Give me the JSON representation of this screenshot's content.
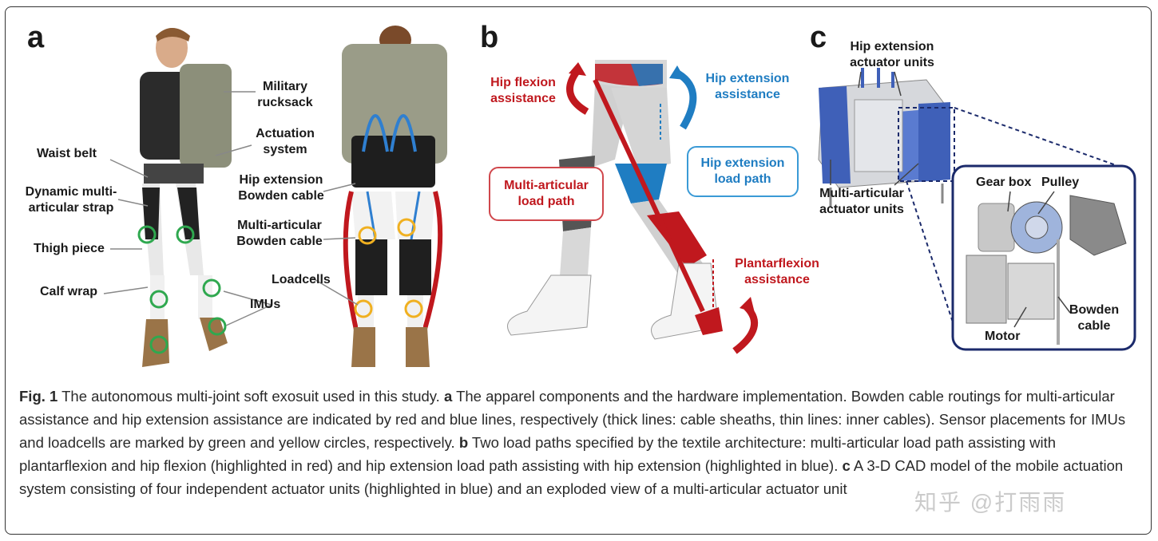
{
  "panels": {
    "a": "a",
    "b": "b",
    "c": "c"
  },
  "panel_a": {
    "labels": {
      "military_rucksack": "Military rucksack",
      "actuation_system": "Actuation system",
      "waist_belt": "Waist belt",
      "hip_extension_bowden": "Hip extension Bowden cable",
      "dynamic_strap": "Dynamic multi-articular strap",
      "multi_articular_bowden": "Multi-articular Bowden cable",
      "thigh_piece": "Thigh piece",
      "loadcells": "Loadcells",
      "calf_wrap": "Calf wrap",
      "imus": "IMUs"
    }
  },
  "panel_b": {
    "labels": {
      "hip_flexion": "Hip flexion assistance",
      "hip_extension": "Hip extension assistance",
      "hip_extension_load_path": "Hip extension load path",
      "multi_articular_load_path": "Multi-articular load path",
      "plantarflexion": "Plantarflexion assistance"
    },
    "colors": {
      "red": "#c0181e",
      "blue": "#1f7dc2"
    }
  },
  "panel_c": {
    "labels": {
      "hip_extension_units": "Hip extension actuator units",
      "multi_articular_units": "Multi-articular actuator units",
      "gear_box": "Gear box",
      "pulley": "Pulley",
      "motor": "Motor",
      "bowden_cable": "Bowden cable"
    }
  },
  "caption": {
    "fig_label": "Fig. 1",
    "intro": " The autonomous multi-joint soft exosuit used in this study. ",
    "a_label": "a",
    "a_text": " The apparel components and the hardware implementation. Bowden cable routings for multi-articular assistance and hip extension assistance are indicated by red and blue lines, respectively (thick lines: cable sheaths, thin lines: inner cables). Sensor placements for IMUs and loadcells are marked by green and yellow circles, respectively. ",
    "b_label": "b",
    "b_text": " Two load paths specified by the textile architecture: multi-articular load path assisting with plantarflexion and hip flexion (highlighted in red) and hip extension load path assisting with hip extension (highlighted in blue). ",
    "c_label": "c",
    "c_text": " A 3-D CAD model of the mobile actuation system consisting of four independent actuator units (highlighted in blue) and an exploded view of a multi-articular actuator unit"
  },
  "watermark": "知乎 @打雨雨"
}
